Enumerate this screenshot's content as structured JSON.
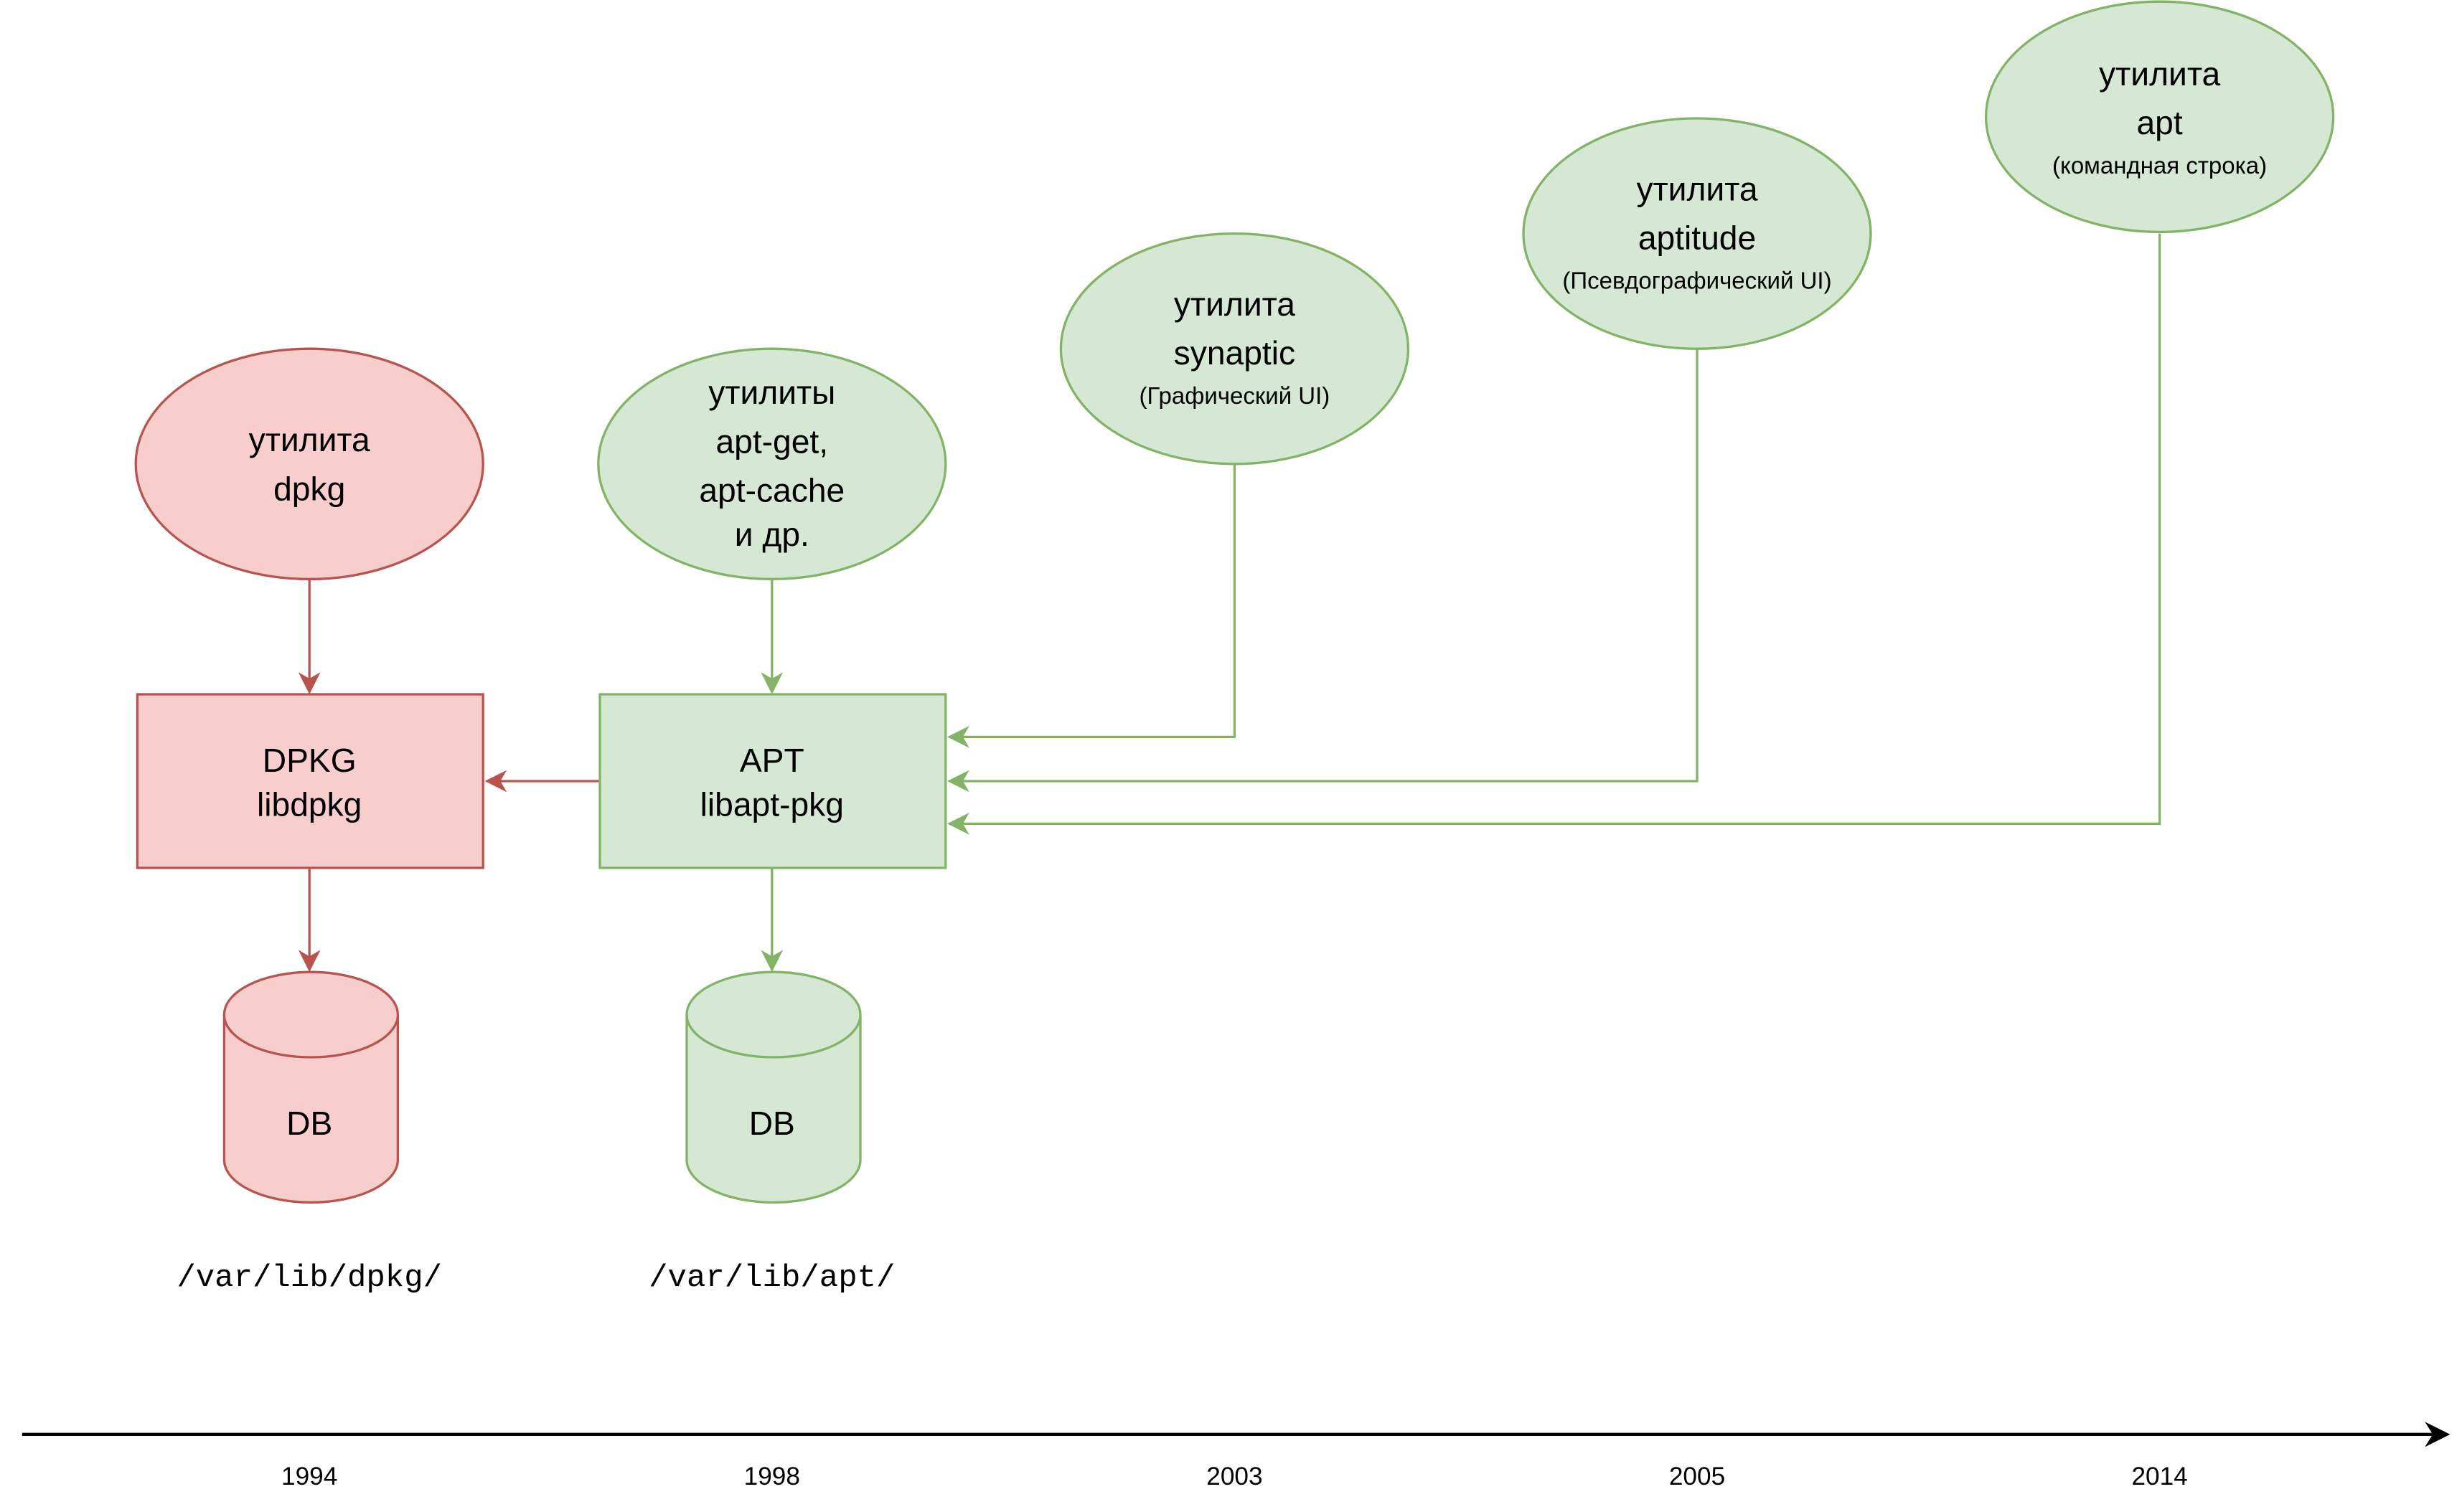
{
  "colors": {
    "red_fill": "#f8cecc",
    "red_stroke": "#b85450",
    "green_fill": "#d5e8d4",
    "green_stroke": "#82b366",
    "axis": "#000000"
  },
  "dpkg": {
    "utility": {
      "line1": "утилита",
      "line2": "dpkg"
    },
    "library": {
      "line1": "DPKG",
      "line2": "libdpkg"
    },
    "db": "DB",
    "path": "/var/lib/dpkg/"
  },
  "apt": {
    "utility": {
      "line1": "утилиты",
      "line2": "apt-get,",
      "line3": "apt-cache",
      "line4": "и др."
    },
    "library": {
      "line1": "APT",
      "line2": "libapt-pkg"
    },
    "db": "DB",
    "path": "/var/lib/apt/"
  },
  "synaptic": {
    "line1": "утилита",
    "line2": "synaptic",
    "note": "(Графический UI)"
  },
  "aptitude": {
    "line1": "утилита",
    "line2": "aptitude",
    "note": "(Псевдографический UI)"
  },
  "apt_cli": {
    "line1": "утилита",
    "line2": "apt",
    "note": "(командная строка)"
  },
  "timeline": {
    "years": [
      "1994",
      "1998",
      "2003",
      "2005",
      "2014"
    ]
  }
}
